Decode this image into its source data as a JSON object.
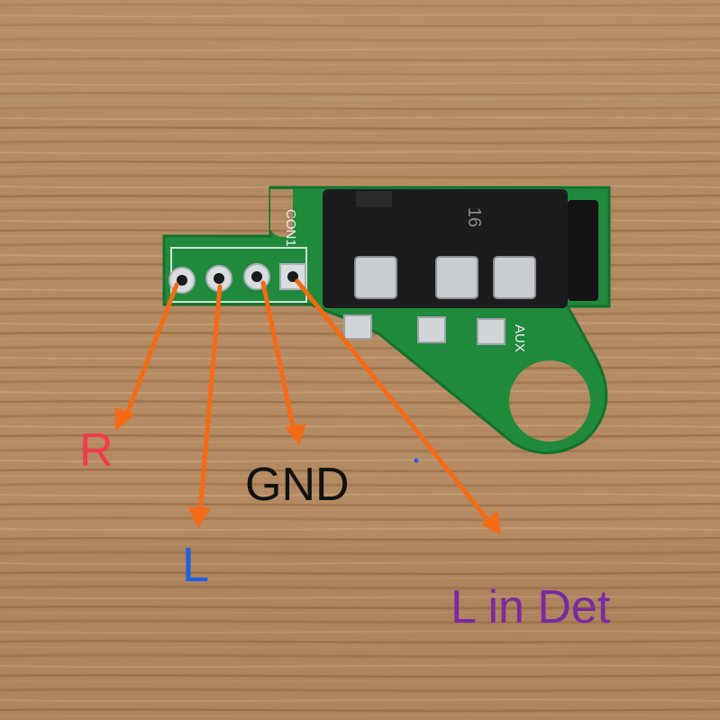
{
  "board": {
    "silkscreen_left": "CON1",
    "silkscreen_top": "16",
    "silkscreen_side": "AUX"
  },
  "labels": {
    "r": "R",
    "l": "L",
    "gnd": "GND",
    "l_in_det": "L in Det"
  },
  "colors": {
    "r": "#f23a4e",
    "l": "#2060e8",
    "gnd": "#111111",
    "l_in_det": "#7a2aa2",
    "arrow": "#f46a14",
    "pcb": "#1f8a3c",
    "jack": "#1c1c1e",
    "wood": "#b38a62"
  }
}
